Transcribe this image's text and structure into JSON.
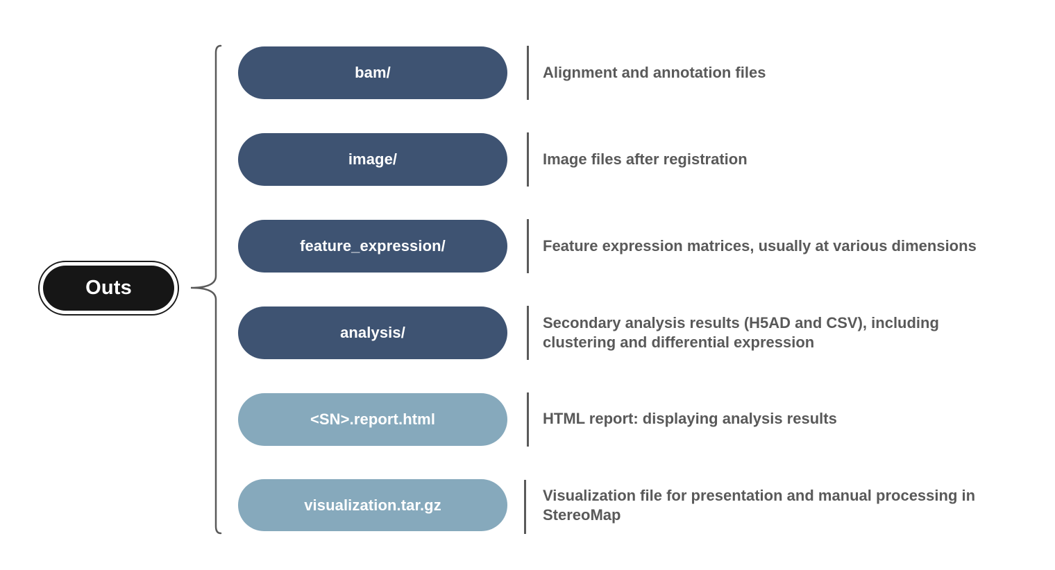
{
  "root": {
    "label": "Outs"
  },
  "items": [
    {
      "name": "bam/",
      "description": "Alignment and annotation files",
      "style": "dark"
    },
    {
      "name": "image/",
      "description": "Image files after registration",
      "style": "dark"
    },
    {
      "name": "feature_expression/",
      "description": "Feature expression matrices, usually at various dimensions",
      "style": "dark"
    },
    {
      "name": "analysis/",
      "description": "Secondary analysis results (H5AD and CSV), including clustering and differential expression",
      "style": "dark"
    },
    {
      "name": "<SN>.report.html",
      "description": "HTML report: displaying analysis results",
      "style": "light"
    },
    {
      "name": "visualization.tar.gz",
      "description": "Visualization file for presentation and manual processing in StereoMap",
      "style": "light"
    }
  ],
  "colors": {
    "dark_pill": "#3e5372",
    "light_pill": "#86a9bc",
    "root_fill": "#161616",
    "description_text": "#595959"
  }
}
